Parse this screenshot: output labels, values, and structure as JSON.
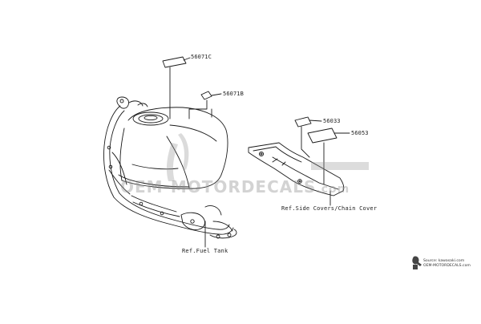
{
  "parts": {
    "p56071c": "56071C",
    "p56071b": "56071B",
    "p56033": "56033",
    "p56053": "56053"
  },
  "refs": {
    "fuel_tank": "Ref.Fuel Tank",
    "side_covers": "Ref.Side Covers/Chain Cover"
  },
  "watermark": {
    "text": "OEM-MOTORDECALS",
    "suffix": ".com"
  },
  "source": {
    "line1": "Source: kawasaki.com",
    "line2": "OEM-MOTORDECALS.com"
  },
  "colors": {
    "line": "#1a1a1a",
    "watermark": "#8d8d8d"
  }
}
